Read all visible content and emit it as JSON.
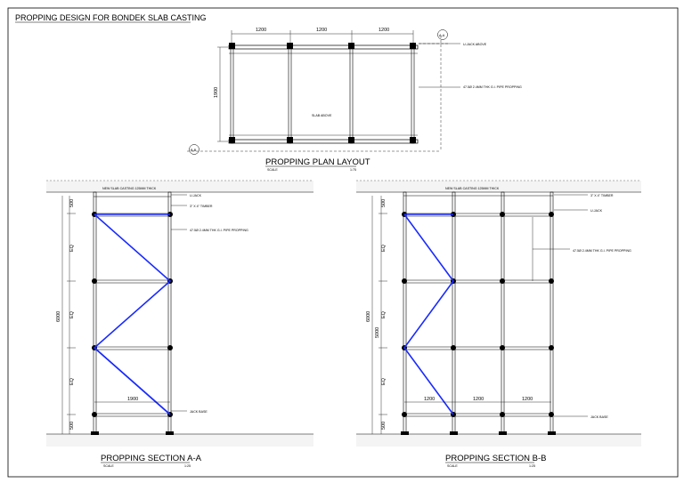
{
  "sheet": {
    "title": "PROPPING DESIGN FOR BONDEK SLAB CASTING"
  },
  "plan": {
    "heading": "PROPPING PLAN LAYOUT",
    "scale_label": "SCALE",
    "scale_value": "1:75",
    "dims_top": [
      "1200",
      "1200",
      "1200"
    ],
    "dim_side": "1900",
    "slab_label": "SLAB ABOVE",
    "note_jack": "U-JACK ABOVE",
    "note_pipe": "47.5Ø 2.4MM THK G.I. PIPE PROPPING",
    "section_tag_a": "A-A",
    "section_tag_b": "B-B"
  },
  "section_aa": {
    "heading": "PROPPING SECTION A-A",
    "scale_label": "SCALE",
    "scale_value": "1:25",
    "slab_label": "NEW SLAB CASTING 125MM THICK",
    "note_ujack": "U-JACK",
    "note_timber": "3\" X 4\" TIMBER",
    "note_pipe": "47.5Ø 2.4MM THK G.I. PIPE PROPPING",
    "note_jackbase": "JACK BASE",
    "dim_bay": "1900",
    "dims_left": [
      "500",
      "EQ",
      "EQ",
      "EQ",
      "500"
    ],
    "dim_total": "6000"
  },
  "section_bb": {
    "heading": "PROPPING SECTION B-B",
    "scale_label": "SCALE",
    "scale_value": "1:25",
    "slab_label": "NEW SLAB CASTING 125MM THICK",
    "note_timber": "3\" X 4\" TIMBER",
    "note_ujack": "U-JACK",
    "note_pipe": "47.5Ø 2.4MM THK G.I. PIPE PROPPING",
    "note_jackbase": "JACK BASE",
    "dims_bays": [
      "1200",
      "1200",
      "1200"
    ],
    "dims_left": [
      "500",
      "EQ",
      "EQ",
      "EQ",
      "500"
    ],
    "dim_total": "6000",
    "dim_inner": "5000"
  },
  "colors": {
    "line": "#000000",
    "bracing": "#1a2bff",
    "hatch": "#9a9a9a"
  }
}
